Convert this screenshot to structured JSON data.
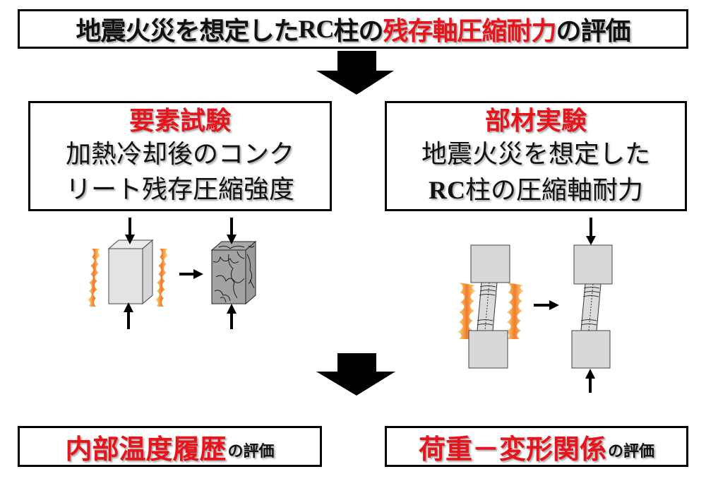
{
  "title": {
    "part1": "地震火災を想定した",
    "part2": "RC",
    "part3": "柱の",
    "highlight": "残存軸圧縮耐力",
    "part4": "の評価"
  },
  "colors": {
    "highlight": "#e8141b",
    "text": "#111111",
    "specimen_light": "#e0e0e0",
    "specimen_damaged": "#a0a0a0",
    "stub_fill": "#d8d8d8",
    "flame_outer": "#fbd34a",
    "flame_inner": "#f07b2b"
  },
  "left_panel": {
    "heading": "要素試験",
    "line1": "加熱冷却後のコンク",
    "line2": "リート残存圧縮強度"
  },
  "right_panel": {
    "heading": "部材実験",
    "line1": "地震火災を想定した",
    "line2_latin": "RC",
    "line2_rest": "柱の圧縮軸耐力"
  },
  "results": {
    "left": {
      "main": "内部温度履歴",
      "suffix": "の評価"
    },
    "right": {
      "main": "荷重－変形関係",
      "suffix": "の評価"
    }
  },
  "icons": {
    "flow_arrows": "big-down-arrow",
    "load_arrows": "compression-arrow",
    "process_arrows": "right-arrow",
    "fire": "flame"
  }
}
